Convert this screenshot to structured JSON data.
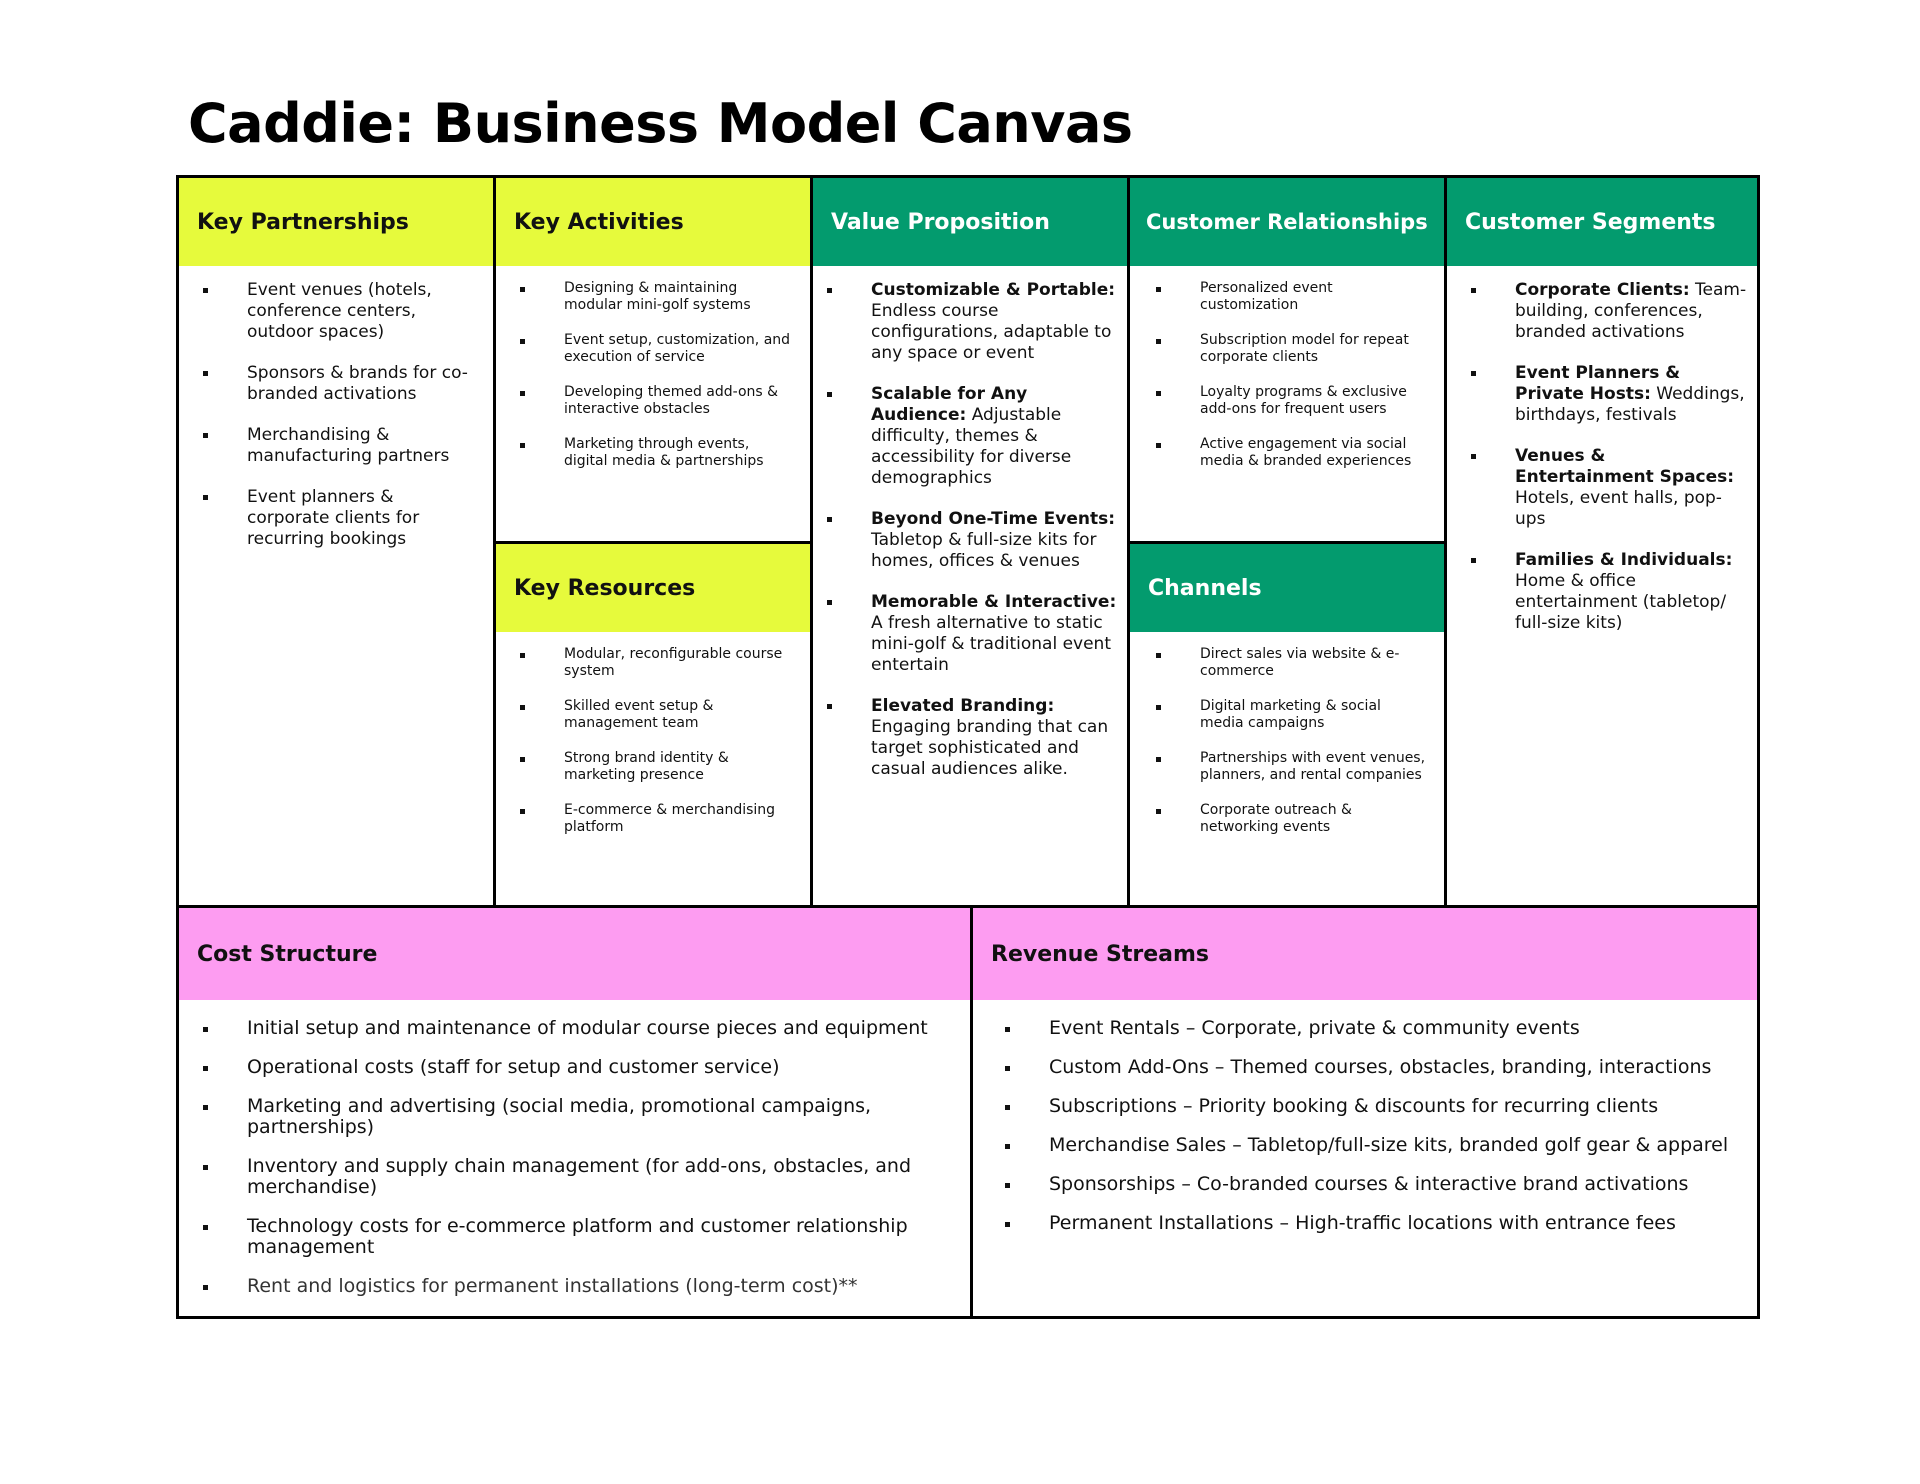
{
  "title": "Caddie: Business Model Canvas",
  "colors": {
    "yellow": "#e6fa3c",
    "green": "#039b6e",
    "pink": "#fd9cf1"
  },
  "key_partnerships": {
    "heading": "Key Partnerships",
    "items": [
      "Event venues (hotels, conference centers, outdoor spaces)",
      "Sponsors & brands for co-branded activations",
      "Merchandising & manufacturing partners",
      "Event planners & corporate clients for recurring bookings"
    ]
  },
  "key_activities": {
    "heading": "Key Activities",
    "items": [
      "Designing & maintaining modular mini-golf systems",
      "Event setup, customization, and execution of service",
      "Developing themed add-ons & interactive obstacles",
      "Marketing through events, digital media & partnerships"
    ]
  },
  "key_resources": {
    "heading": "Key Resources",
    "items": [
      "Modular, reconfigurable course system",
      "Skilled event setup & management team",
      "Strong brand identity & marketing presence",
      "E-commerce & merchandising platform"
    ]
  },
  "value_proposition": {
    "heading": "Value Proposition",
    "items": [
      {
        "bold": "Customizable & Portable:",
        "text": " Endless course configurations, adaptable to any space or event"
      },
      {
        "bold": "Scalable for Any Audience:",
        "text": " Adjustable difficulty, themes & accessibility for diverse demographics"
      },
      {
        "bold": "Beyond One-Time Events:",
        "text": " Tabletop & full-size kits for homes, offices & venues"
      },
      {
        "bold": "Memorable & Interactive:",
        "text": " A fresh alternative to static mini-golf & traditional event entertain"
      },
      {
        "bold": "Elevated Branding:",
        "text": " Engaging branding that can target sophisticated and casual audiences alike."
      }
    ]
  },
  "customer_relationships": {
    "heading": "Customer Relationships",
    "items": [
      "Personalized event customization",
      "Subscription model for repeat corporate clients",
      "Loyalty programs & exclusive add-ons for frequent users",
      "Active engagement via social media & branded experiences"
    ]
  },
  "channels": {
    "heading": "Channels",
    "items": [
      "Direct sales via website & e-commerce",
      "Digital marketing & social media campaigns",
      "Partnerships with event venues, planners, and rental companies",
      "Corporate outreach & networking events"
    ]
  },
  "customer_segments": {
    "heading": "Customer Segments",
    "items": [
      {
        "bold": "Corporate Clients:",
        "text": " Team-building, conferences, branded activations"
      },
      {
        "bold": "Event Planners & Private Hosts:",
        "text": " Weddings, birthdays, festivals"
      },
      {
        "bold": "Venues & Entertainment Spaces:",
        "text": " Hotels, event halls, pop-ups"
      },
      {
        "bold": "Families & Individuals:",
        "text": " Home & office entertainment (tabletop/ full-size kits)"
      }
    ]
  },
  "cost_structure": {
    "heading": "Cost Structure",
    "items": [
      "Initial setup and maintenance of modular course pieces and equipment",
      "Operational costs (staff for setup and customer service)",
      "Marketing and advertising (social media, promotional campaigns, partnerships)",
      "Inventory and supply chain management (for add-ons, obstacles, and merchandise)",
      "Technology costs for e-commerce platform and customer relationship management",
      "Rent and logistics for permanent installations (long-term cost)**"
    ]
  },
  "revenue_streams": {
    "heading": "Revenue Streams",
    "items": [
      "Event Rentals – Corporate, private & community events",
      "Custom Add-Ons – Themed courses, obstacles, branding, interactions",
      "Subscriptions – Priority booking & discounts for recurring clients",
      "Merchandise Sales – Tabletop/full-size kits, branded golf gear & apparel",
      "Sponsorships – Co-branded courses & interactive brand activations",
      "Permanent Installations – High-traffic locations with entrance fees"
    ]
  }
}
